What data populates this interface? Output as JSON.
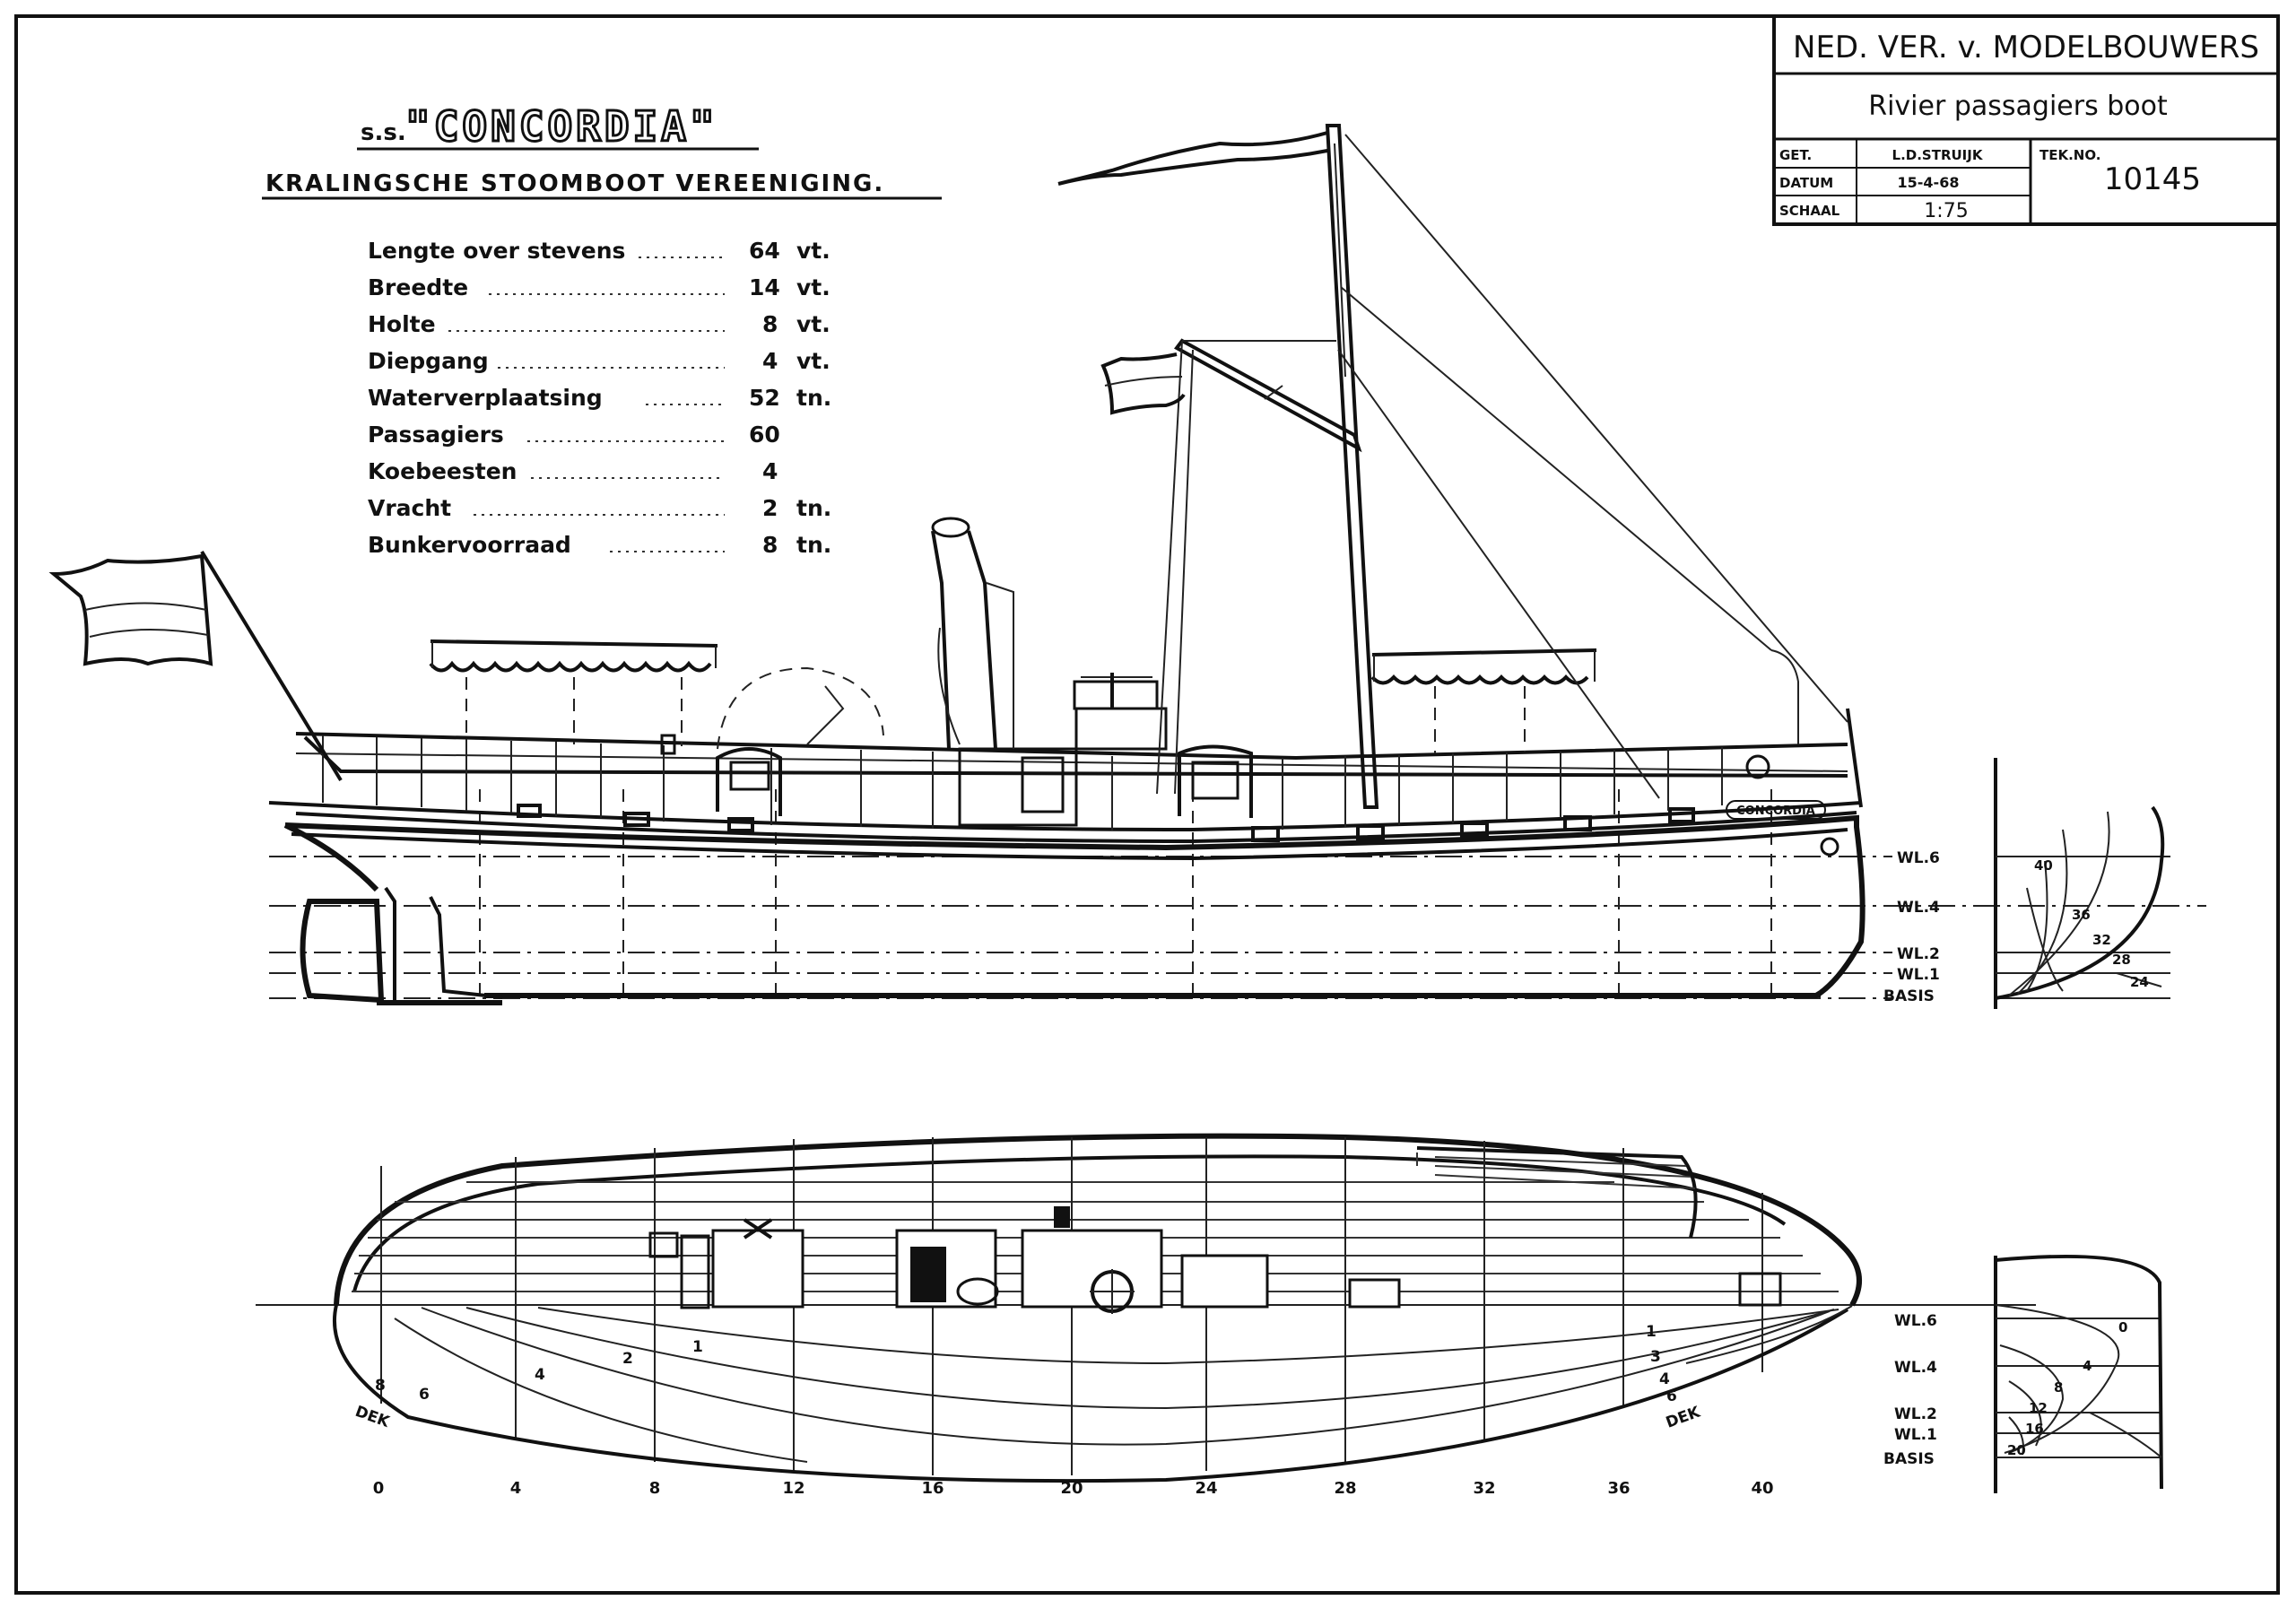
{
  "title_block": {
    "organization": "NED. VER. v. MODELBOUWERS",
    "subject": "Rivier passagiers boot",
    "get_label": "GET.",
    "get_value": "L.D.STRUIJK",
    "datum_label": "DATUM",
    "datum_value": "15-4-68",
    "schaal_label": "SCHAAL",
    "schaal_value": "1:75",
    "tek_no_label": "TEK.NO.",
    "tek_no_value": "10145"
  },
  "heading": {
    "ship_prefix": "s.s.",
    "ship_name": "\"CONCORDIA\"",
    "owner": "KRALINGSCHE STOOMBOOT VEREENIGING."
  },
  "specs": [
    {
      "label": "Lengte over stevens",
      "value": "64",
      "unit": "vt."
    },
    {
      "label": "Breedte",
      "value": "14",
      "unit": "vt."
    },
    {
      "label": "Holte",
      "value": "8",
      "unit": "vt."
    },
    {
      "label": "Diepgang",
      "value": "4",
      "unit": "vt."
    },
    {
      "label": "Waterverplaatsing",
      "value": "52",
      "unit": "tn."
    },
    {
      "label": "Passagiers",
      "value": "60",
      "unit": ""
    },
    {
      "label": "Koebeesten",
      "value": "4",
      "unit": ""
    },
    {
      "label": "Vracht",
      "value": "2",
      "unit": "tn."
    },
    {
      "label": "Bunkervoorraad",
      "value": "8",
      "unit": "tn."
    }
  ],
  "hull_name_plate": "CONCORDIA",
  "profile_waterlines": [
    "WL.6",
    "WL.4",
    "WL.2",
    "WL.1",
    "BASIS"
  ],
  "body_plan_upper_labels": [
    "40",
    "36",
    "32",
    "28",
    "24"
  ],
  "plan_waterlines": [
    "WL.6",
    "WL.4",
    "WL.2",
    "WL.1",
    "BASIS"
  ],
  "body_plan_lower_labels": [
    "0",
    "4",
    "8",
    "12",
    "16",
    "20"
  ],
  "station_numbers": [
    "0",
    "4",
    "8",
    "12",
    "16",
    "20",
    "24",
    "28",
    "32",
    "36",
    "40"
  ],
  "half_breadth_labels": {
    "aft": [
      "1",
      "2",
      "4",
      "6",
      "8"
    ],
    "fwd": [
      "1",
      "3",
      "4",
      "6"
    ],
    "deck": "DEK"
  }
}
